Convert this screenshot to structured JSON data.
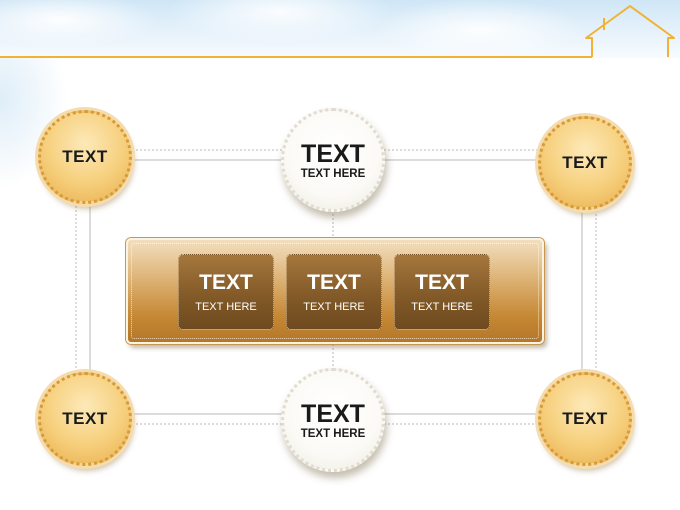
{
  "header": {
    "icon": "house-outline-icon",
    "accent_color": "#f2b233"
  },
  "corner_nodes": {
    "top_left": "TEXT",
    "top_right": "TEXT",
    "bottom_left": "TEXT",
    "bottom_right": "TEXT"
  },
  "mid_nodes": {
    "top": {
      "title": "TEXT",
      "subtitle": "TEXT HERE"
    },
    "bottom": {
      "title": "TEXT",
      "subtitle": "TEXT HERE"
    }
  },
  "center_cards": [
    {
      "title": "TEXT",
      "subtitle": "TEXT HERE"
    },
    {
      "title": "TEXT",
      "subtitle": "TEXT HERE"
    },
    {
      "title": "TEXT",
      "subtitle": "TEXT HERE"
    }
  ],
  "colors": {
    "gold": "#f6cf7c",
    "bronze": "#835a28",
    "text_dark": "#1a1a1a"
  }
}
